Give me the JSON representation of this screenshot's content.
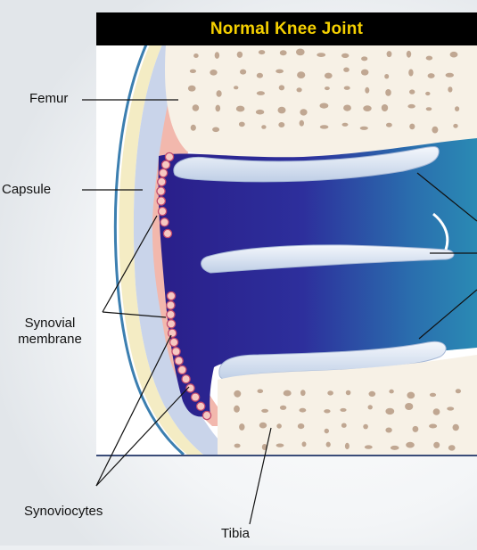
{
  "title": "Normal Knee Joint",
  "labels": {
    "femur": "Femur",
    "capsule": "Capsule",
    "synovial_line1": "Synovial",
    "synovial_line2": "membrane",
    "synoviocytes": "Synoviocytes",
    "tibia": "Tibia"
  },
  "colors": {
    "title_bg": "#000000",
    "title_text": "#f5d000",
    "bone": "#f7f1e6",
    "bone_pores": "#b69a82",
    "cartilage": "#d8e3f2",
    "synovial_fluid_dark": "#2a1f8a",
    "synovial_fluid_light": "#2a8ab4",
    "synovial_membrane": "#f2b8ad",
    "capsule": "#c9d4ea"
  }
}
